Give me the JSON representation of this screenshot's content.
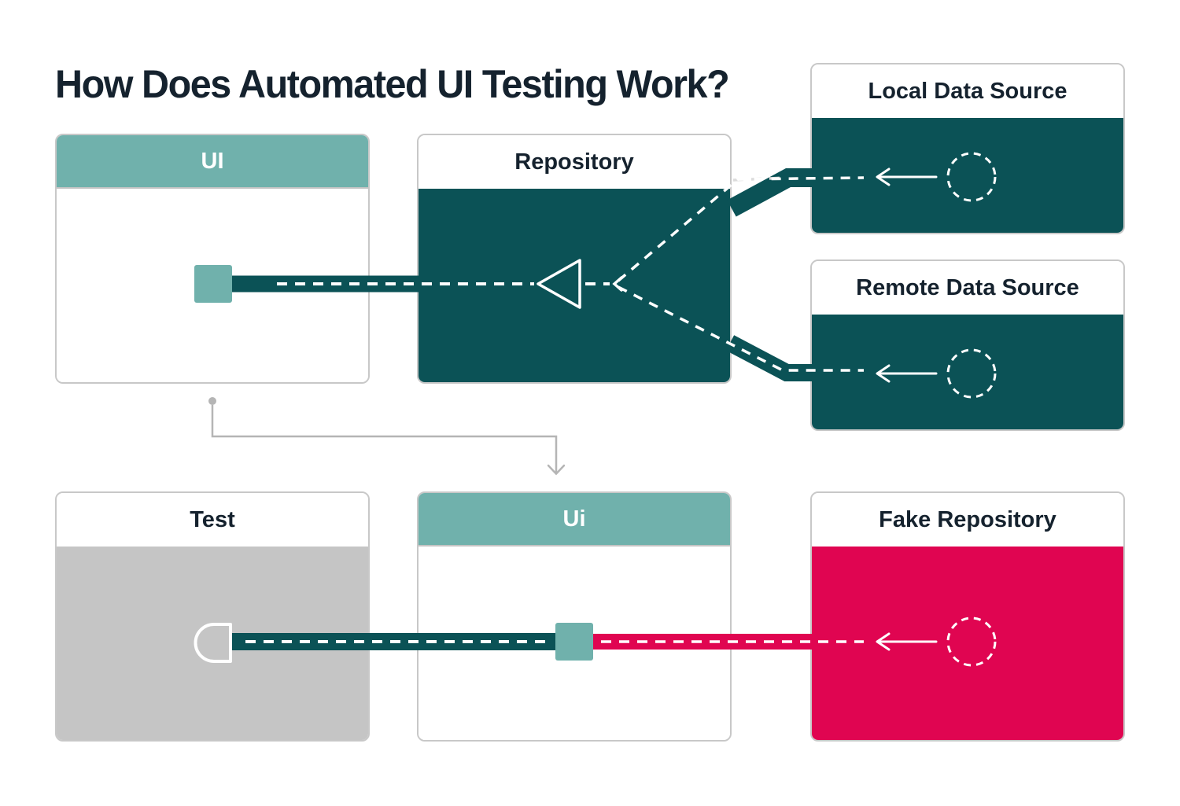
{
  "title": "How Does Automated UI Testing Work?",
  "boxes": {
    "ui_top": {
      "label": "UI",
      "header_bg": "#70B1AC",
      "body_bg": "#FFFFFF"
    },
    "repository": {
      "label": "Repository",
      "header_bg": "#FFFFFF",
      "body_bg": "#0B5256"
    },
    "local_data_source": {
      "label": "Local Data Source",
      "header_bg": "#FFFFFF",
      "body_bg": "#0B5256"
    },
    "remote_data_source": {
      "label": "Remote Data Source",
      "header_bg": "#FFFFFF",
      "body_bg": "#0B5256"
    },
    "test": {
      "label": "Test",
      "header_bg": "#FFFFFF",
      "body_bg": "#C5C5C5"
    },
    "ui_bottom": {
      "label": "Ui",
      "header_bg": "#70B1AC",
      "body_bg": "#FFFFFF"
    },
    "fake_repository": {
      "label": "Fake Repository",
      "header_bg": "#FFFFFF",
      "body_bg": "#E00551"
    }
  },
  "colors": {
    "dark_teal": "#0B5256",
    "light_teal": "#70B1AC",
    "pink": "#E00551",
    "gray_body": "#C5C5C5",
    "border_gray": "#C8C8C8",
    "connector_gray": "#B5B5B5",
    "text_dark": "#15222E",
    "white": "#FFFFFF"
  }
}
